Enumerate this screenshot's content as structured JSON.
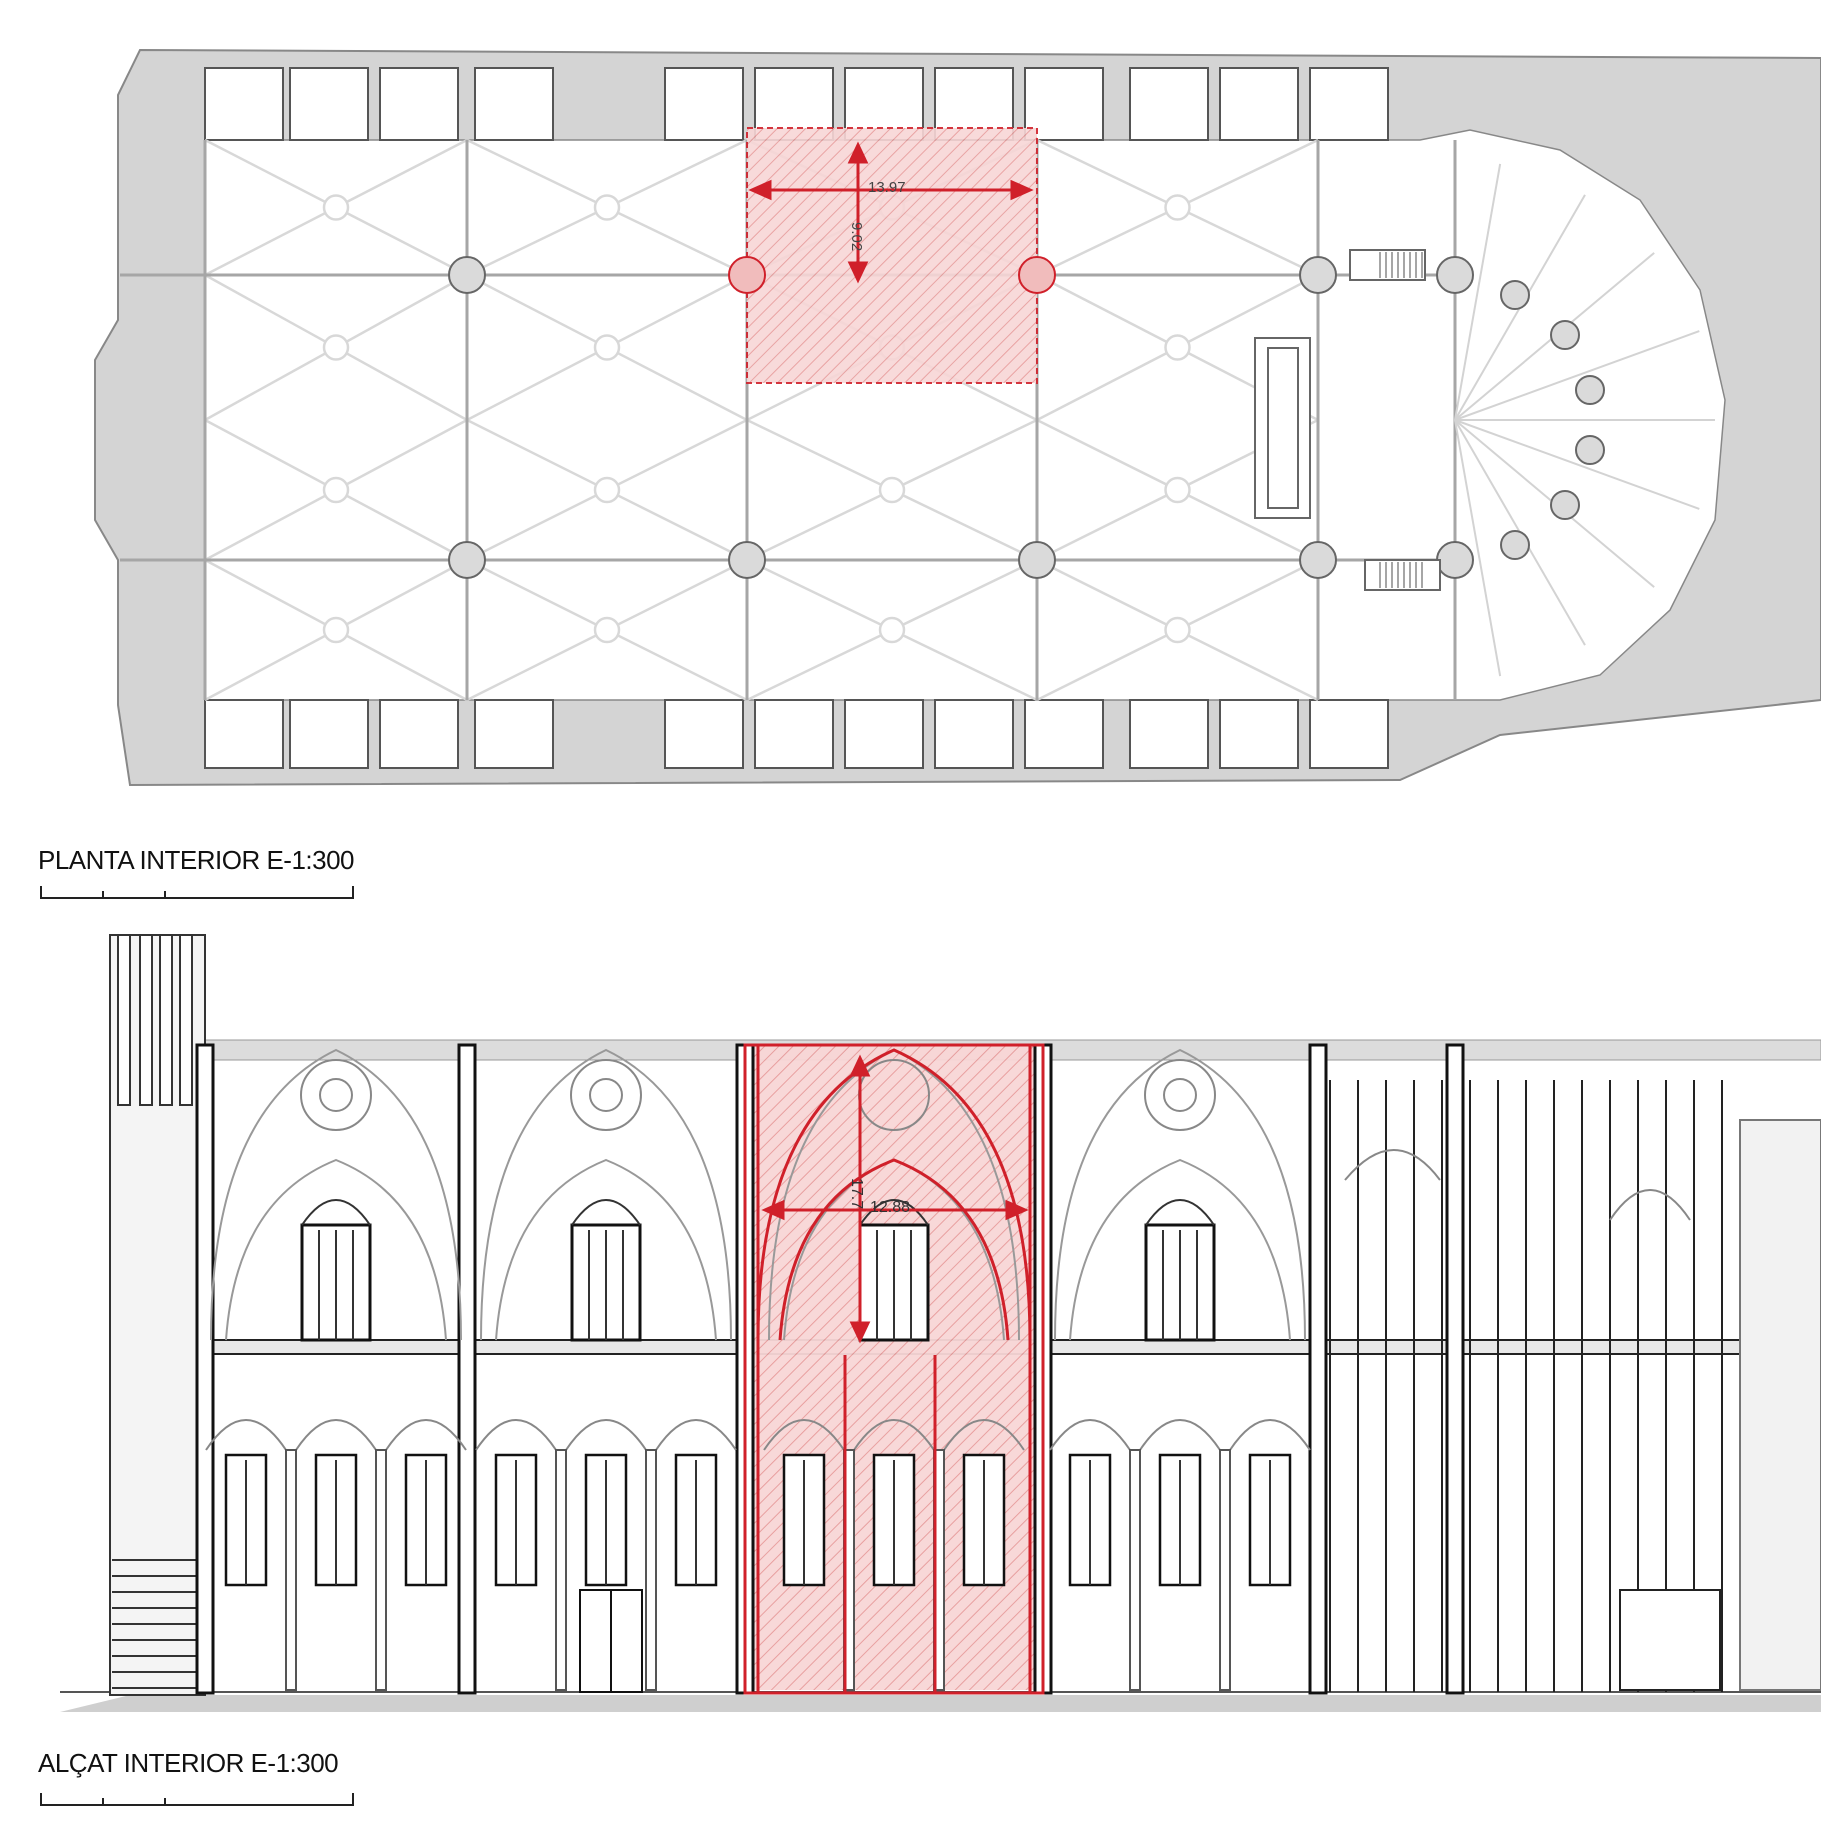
{
  "plan": {
    "caption": "PLANTA INTERIOR  E-1:300",
    "dim_width": "13.97",
    "dim_depth": "9.02"
  },
  "elevation": {
    "caption": "ALÇAT INTERIOR  E-1:300",
    "dim_width": "12.88",
    "dim_height": "17.7"
  },
  "colors": {
    "highlight": "#d0202a",
    "highlight_fill": "#f7d2d2",
    "wall": "#d4d4d4",
    "line": "#9a9a9a",
    "ink": "#111111"
  }
}
